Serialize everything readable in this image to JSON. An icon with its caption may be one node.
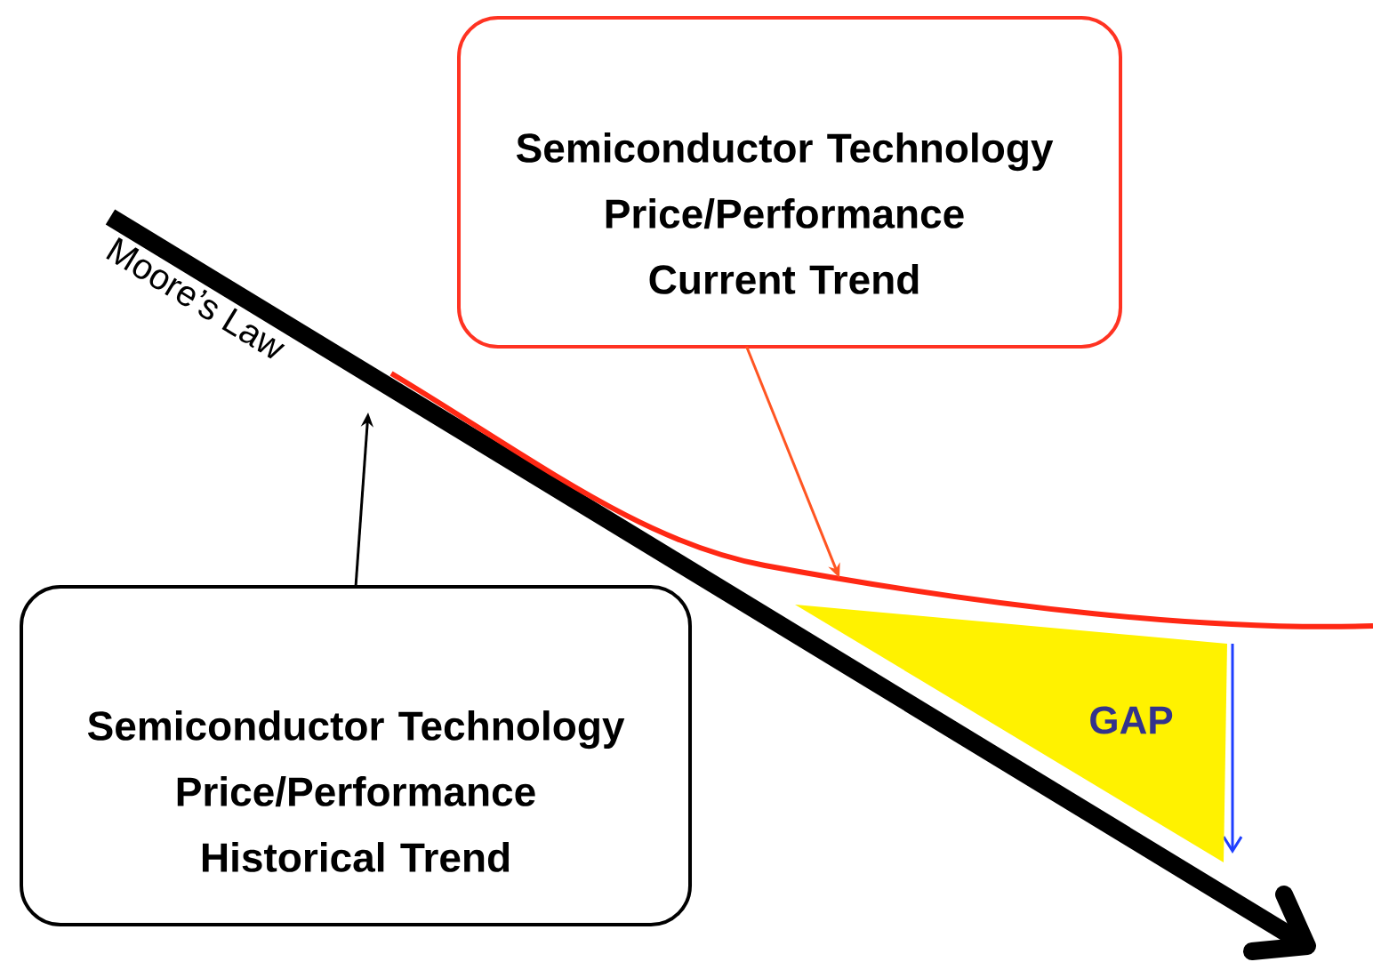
{
  "diagram": {
    "nodes": [
      {
        "text": [
          "Semiconductor Technology Price/Performance Current Trend"
        ]
      },
      {
        "text": [
          "Semiconductor Technology Price/Performance Historical Trend"
        ]
      },
      {
        "text": [
          "GAP"
        ]
      }
    ],
    "edges": [
      {
        "from": 0,
        "to": null,
        "arrow": "to",
        "color": "#ff5522"
      },
      {
        "from": 1,
        "to": null,
        "arrow": "to",
        "color": "#000000"
      }
    ],
    "labels": [
      "Moore’s Law"
    ]
  }
}
